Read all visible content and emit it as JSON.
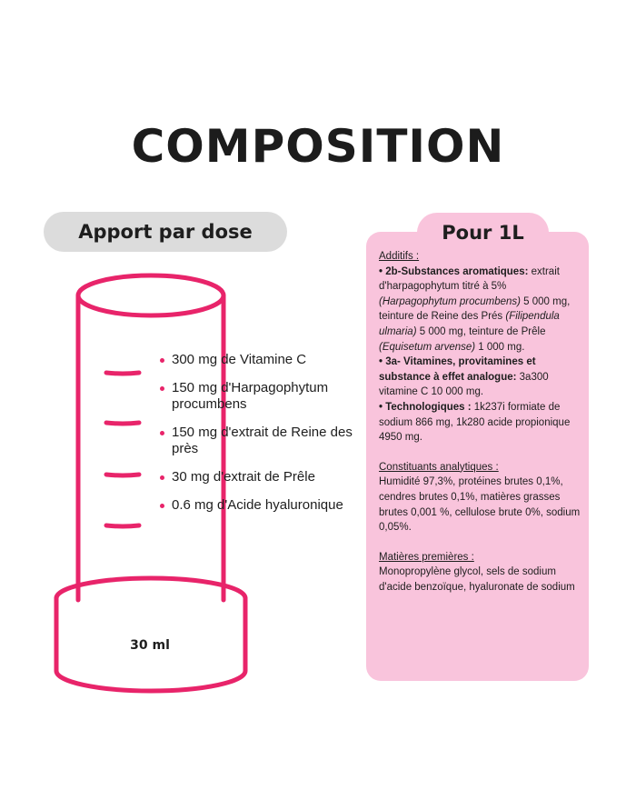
{
  "title": "COMPOSITION",
  "left": {
    "header": "Apport par dose",
    "doses": [
      "300 mg de Vitamine C",
      "150 mg d'Harpagophytum procumbens",
      "150 mg d'extrait de Reine des près",
      "30 mg d'extrait de Prêle",
      "0.6 mg d'Acide hyaluronique"
    ],
    "volume": "30 ml"
  },
  "right": {
    "header": "Pour 1L",
    "additifs": {
      "heading": "Additifs :",
      "aroma_label": "• 2b-Substances aromatiques:",
      "aroma_text_1": " extrait d'harpagophytum titré à 5% ",
      "aroma_italic_1": "(Harpagophytum procumbens)",
      "aroma_text_2": " 5 000 mg, teinture de Reine des Prés ",
      "aroma_italic_2": "(Filipendula ulmaria)",
      "aroma_text_3": " 5 000 mg, teinture de Prêle ",
      "aroma_italic_3": "(Equisetum arvense)",
      "aroma_text_4": " 1 000 mg.",
      "vitamin_label": "• 3a- Vitamines, provitamines et substance à effet analogue:",
      "vitamin_text": " 3a300 vitamine C 10 000 mg.",
      "techno_label": "• Technologiques :",
      "techno_text": " 1k237i formiate de sodium 866 mg, 1k280 acide propionique 4950 mg."
    },
    "constituants": {
      "heading": "Constituants analytiques :",
      "text": "Humidité 97,3%, protéines brutes 0,1%, cendres brutes 0,1%, matières grasses brutes 0,001 %, cellulose brute 0%, sodium 0,05%."
    },
    "matieres": {
      "heading": "Matières premières :",
      "text": "Monopropylène glycol, sels de sodium d'acide benzoïque, hyaluronate de sodium"
    }
  },
  "colors": {
    "accent": "#e8246a",
    "panel": "#f9c4dc",
    "pill": "#dcdcdc"
  }
}
